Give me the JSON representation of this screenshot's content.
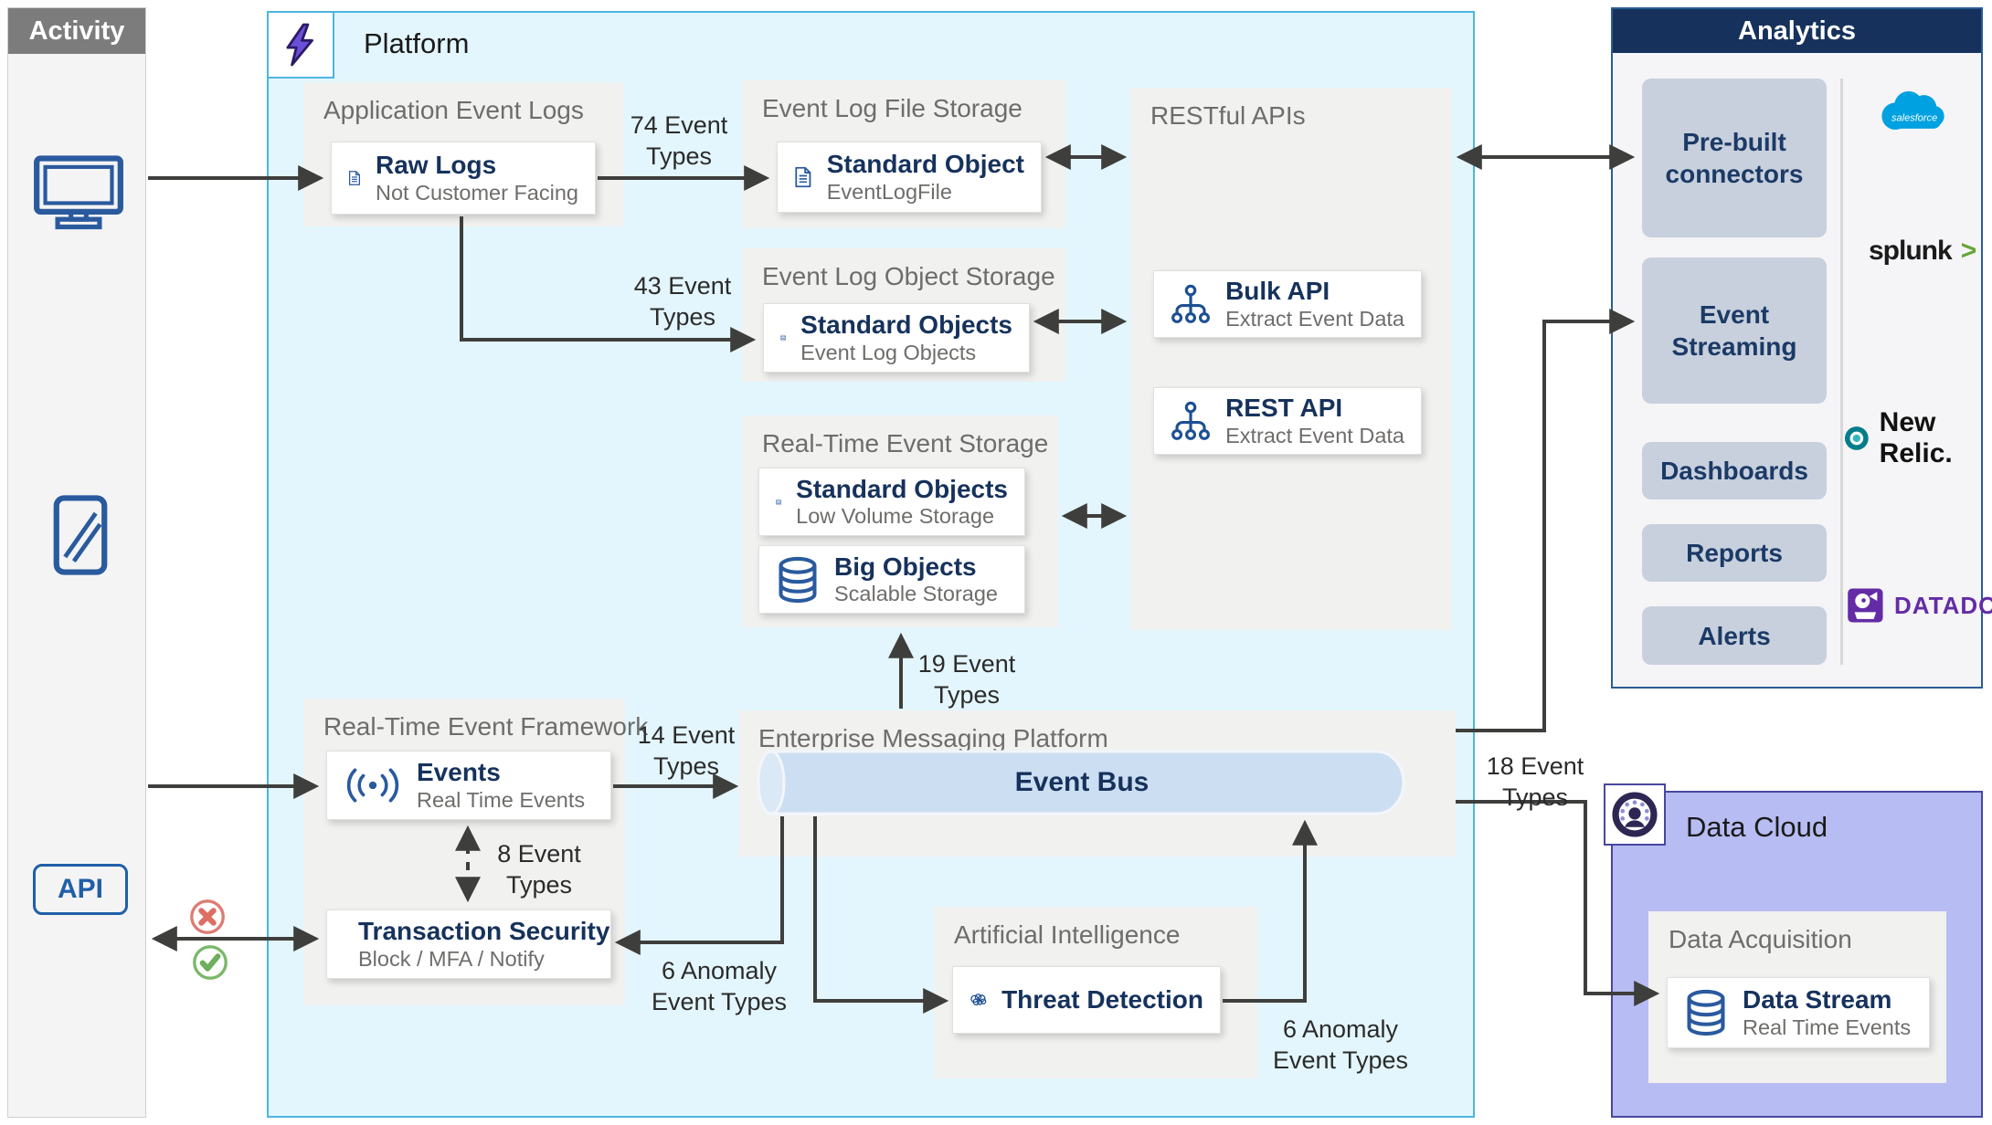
{
  "activity": {
    "title": "Activity",
    "api_badge": "API"
  },
  "platform": {
    "title": "Platform",
    "app_event_logs": {
      "title": "Application Event Logs",
      "raw_logs": {
        "title": "Raw Logs",
        "subtitle": "Not Customer Facing"
      }
    },
    "event_log_file_storage": {
      "title": "Event Log File Storage",
      "standard_object": {
        "title": "Standard Object",
        "subtitle": "EventLogFile"
      }
    },
    "event_log_object_storage": {
      "title": "Event Log Object Storage",
      "standard_objects": {
        "title": "Standard Objects",
        "subtitle": "Event Log Objects"
      }
    },
    "realtime_event_storage": {
      "title": "Real-Time Event Storage",
      "standard_objects": {
        "title": "Standard Objects",
        "subtitle": "Low Volume Storage"
      },
      "big_objects": {
        "title": "Big Objects",
        "subtitle": "Scalable Storage"
      }
    },
    "restful_apis": {
      "title": "RESTful APIs",
      "bulk_api": {
        "title": "Bulk API",
        "subtitle": "Extract Event Data"
      },
      "rest_api": {
        "title": "REST API",
        "subtitle": "Extract Event Data"
      }
    },
    "realtime_event_framework": {
      "title": "Real-Time Event Framework",
      "events": {
        "title": "Events",
        "subtitle": "Real Time Events"
      },
      "transaction_security": {
        "title": "Transaction Security",
        "subtitle": "Block / MFA / Notify"
      }
    },
    "enterprise_messaging": {
      "title": "Enterprise Messaging Platform",
      "event_bus": "Event Bus"
    },
    "artificial_intelligence": {
      "title": "Artificial Intelligence",
      "threat_detection": {
        "title": "Threat Detection"
      }
    }
  },
  "edge_labels": {
    "e74": "74 Event Types",
    "e43": "43 Event Types",
    "e19": "19 Event Types",
    "e14": "14 Event Types",
    "e8": "8 Event Types",
    "e6_left": "6 Anomaly Event Types",
    "e6_right": "6 Anomaly Event Types",
    "e18": "18 Event Types"
  },
  "analytics": {
    "title": "Analytics",
    "boxes": [
      "Pre-built connectors",
      "Event Streaming",
      "Dashboards",
      "Reports",
      "Alerts"
    ],
    "logos": {
      "salesforce": "salesforce",
      "splunk": "splunk",
      "splunk_caret": ">",
      "new_relic": "New Relic.",
      "datadog": "DATADOG"
    }
  },
  "data_cloud": {
    "title": "Data Cloud",
    "data_acquisition": {
      "title": "Data Acquisition",
      "data_stream": {
        "title": "Data Stream",
        "subtitle": "Real Time Events"
      }
    }
  },
  "colors": {
    "navy": "#16325c",
    "platform_border": "#4db5e0",
    "platform_bg": "#e3f6fd",
    "arrow": "#3e3e3c",
    "salesforce_blue": "#00a1e0",
    "splunk_green": "#65a637",
    "new_relic_teal": "#007c8a",
    "datadog_purple": "#632ca6",
    "data_cloud_bg": "#b7bcf2"
  }
}
